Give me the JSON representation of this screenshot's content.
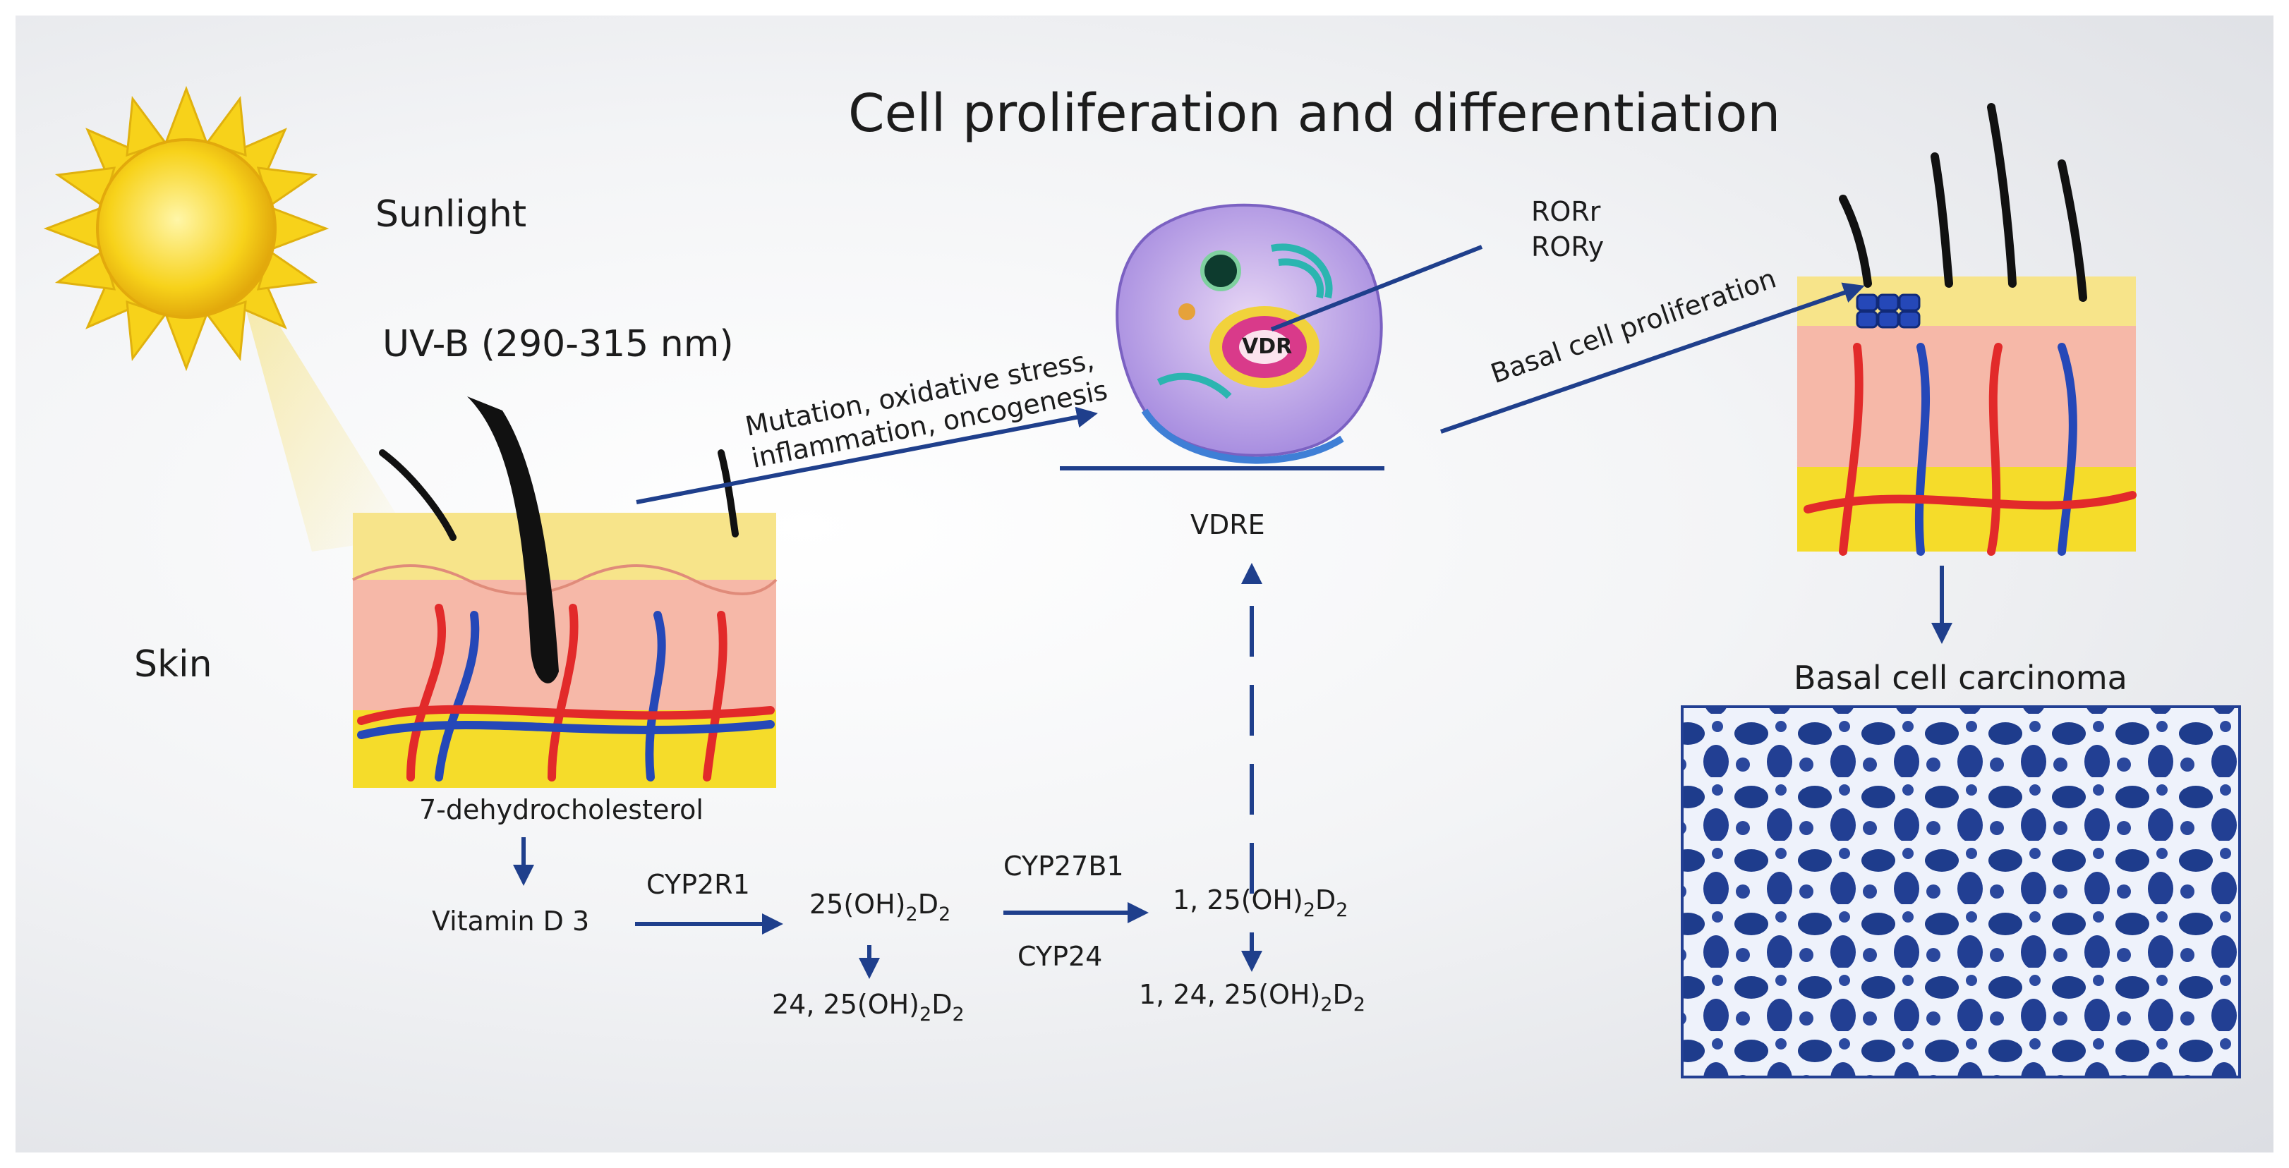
{
  "title": "Cell proliferation and differentiation",
  "labels": {
    "sunlight": "Sunlight",
    "uvb": "UV-B (290-315 nm)",
    "skin": "Skin",
    "mutation_line1": "Mutation, oxidative stress,",
    "mutation_line2": "inflammation, oncogenesis",
    "rorr": "RORr",
    "rory": "RORy",
    "vdr": "VDR",
    "vdre": "VDRE",
    "basal_prolif": "Basal cell proliferation",
    "bcc": "Basal cell carcinoma",
    "dehydro": "7-dehydrocholesterol",
    "vitd3": "Vitamin D 3",
    "cyp2r1": "CYP2R1",
    "cyp27b1": "CYP27B1",
    "cyp24": "CYP24"
  },
  "metabolites": {
    "m25": {
      "main": "25(OH)",
      "s1": "2",
      "mid": "D",
      "s2": "2"
    },
    "m2425": {
      "main": "24, 25(OH)",
      "s1": "2",
      "mid": "D",
      "s2": "2"
    },
    "m125": {
      "main": "1, 25(OH)",
      "s1": "2",
      "mid": "D",
      "s2": "2"
    },
    "m12425": {
      "main": "1, 24, 25(OH)",
      "s1": "2",
      "mid": "D",
      "s2": "2"
    }
  },
  "colors": {
    "arrow": "#1f3f8c",
    "sun": "#f7d21a",
    "skin_yellow": "#f5dc2a",
    "skin_pink": "#f6b8a8",
    "vessel_red": "#e22a2a",
    "vessel_blue": "#2548b8",
    "histology": "#1e3c8c"
  }
}
